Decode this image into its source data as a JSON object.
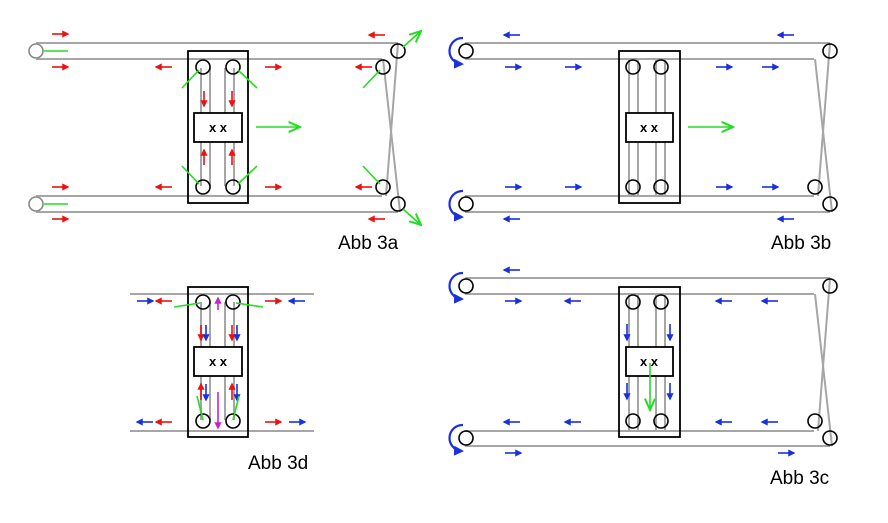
{
  "labels": {
    "fig_3a": "Abb 3a",
    "fig_3b": "Abb 3b",
    "fig_3c": "Abb 3c",
    "fig_3d": "Abb 3d"
  },
  "box_marking": "x x",
  "colors": {
    "belt": "#a6a6a6",
    "frame": "#000000",
    "red_arrow": "#ee1111",
    "blue_arrow": "#1a2fe0",
    "green_arrow": "#22dd22",
    "magenta_arrow": "#cc22cc"
  }
}
